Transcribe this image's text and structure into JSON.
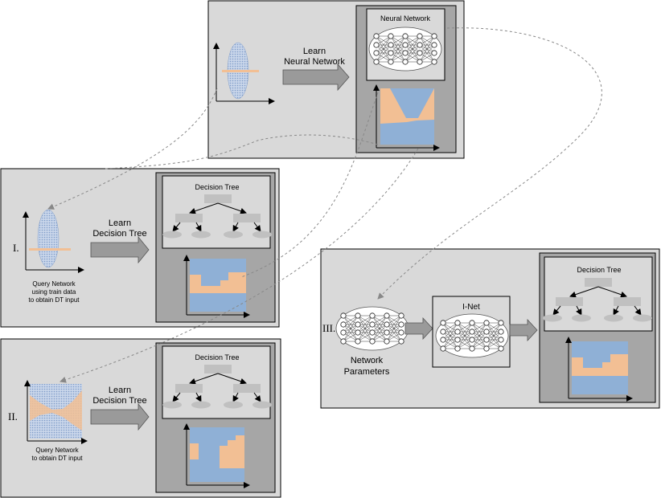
{
  "top": {
    "arrow_label_line1": "Learn",
    "arrow_label_line2": "Neural Network",
    "nn_title": "Neural Network"
  },
  "panel_i": {
    "roman": "I.",
    "arrow_label_line1": "Learn",
    "arrow_label_line2": "Decision Tree",
    "tree_title": "Decision Tree",
    "caption_line1": "Query Network",
    "caption_line2": "using train data",
    "caption_line3": "to obtain DT input"
  },
  "panel_ii": {
    "roman": "II.",
    "arrow_label_line1": "Learn",
    "arrow_label_line2": "Decision Tree",
    "tree_title": "Decision Tree",
    "caption_line1": "Query Network",
    "caption_line2": "to obtain DT input"
  },
  "panel_iii": {
    "roman": "III.",
    "params_line1": "Network",
    "params_line2": "Parameters",
    "inet_title": "I-Net",
    "tree_title": "Decision Tree"
  },
  "colors": {
    "panel_bg": "#d9d9d9",
    "inner_bg": "#a6a6a6",
    "blue_region": "#8fb0d6",
    "orange_region": "#f2bf94",
    "node_gray": "#c0c0c0",
    "arrow_gray": "#9a9a9a"
  }
}
